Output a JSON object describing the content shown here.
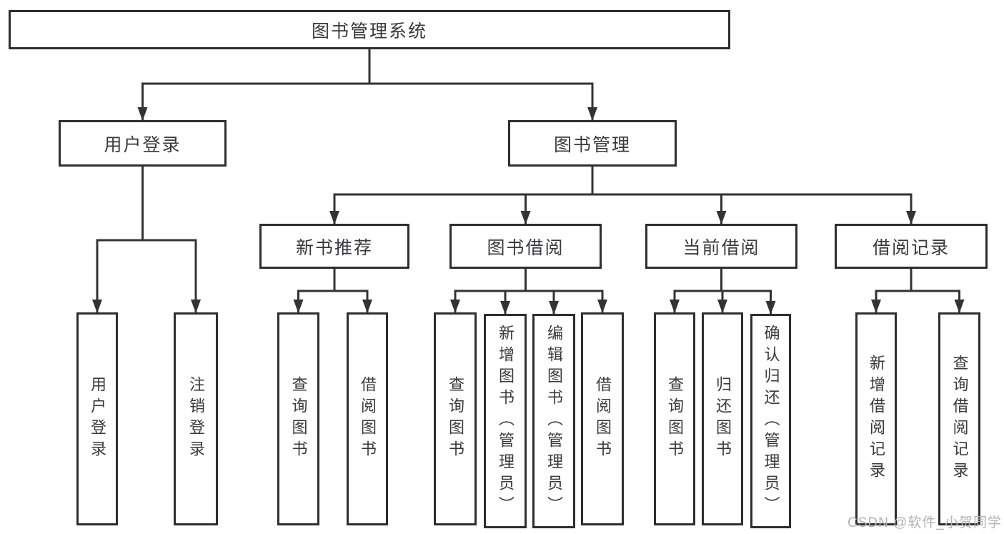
{
  "diagram_title": "图书管理系统",
  "watermark": "CSDN @软件_小贺同学",
  "colors": {
    "line": "#333333",
    "box_border": "#2e2e2e",
    "box_fill": "#ffffff",
    "text": "#3a3a3c",
    "watermark": "#b3b1b3"
  },
  "root_id": "root",
  "nodes": {
    "root": {
      "label": "图书管理系统",
      "children": [
        "user-login",
        "book-mgmt"
      ]
    },
    "user-login": {
      "label": "用户登录",
      "children": [
        "leaf-user-login",
        "leaf-logout"
      ]
    },
    "book-mgmt": {
      "label": "图书管理",
      "children": [
        "new-book-rec",
        "book-borrow",
        "current-borrow",
        "borrow-records"
      ]
    },
    "new-book-rec": {
      "label": "新书推荐",
      "children": [
        "nb-query",
        "nb-borrow"
      ]
    },
    "book-borrow": {
      "label": "图书借阅",
      "children": [
        "bb-query",
        "bb-add",
        "bb-edit",
        "bb-borrow"
      ]
    },
    "current-borrow": {
      "label": "当前借阅",
      "children": [
        "cb-query",
        "cb-return",
        "cb-confirm"
      ]
    },
    "borrow-records": {
      "label": "借阅记录",
      "children": [
        "br-add",
        "br-query"
      ]
    },
    "leaf-user-login": {
      "label": "用户登录",
      "children": []
    },
    "leaf-logout": {
      "label": "注销登录",
      "children": []
    },
    "nb-query": {
      "label": "查询图书",
      "children": []
    },
    "nb-borrow": {
      "label": "借阅图书",
      "children": []
    },
    "bb-query": {
      "label": "查询图书",
      "children": []
    },
    "bb-add": {
      "label": "新增图书（管理员）",
      "children": []
    },
    "bb-edit": {
      "label": "编辑图书（管理员）",
      "children": []
    },
    "bb-borrow": {
      "label": "借阅图书",
      "children": []
    },
    "cb-query": {
      "label": "查询图书",
      "children": []
    },
    "cb-return": {
      "label": "归还图书",
      "children": []
    },
    "cb-confirm": {
      "label": "确认归还（管理员）",
      "children": []
    },
    "br-add": {
      "label": "新增借阅记录",
      "children": []
    },
    "br-query": {
      "label": "查询借阅记录",
      "children": []
    }
  }
}
